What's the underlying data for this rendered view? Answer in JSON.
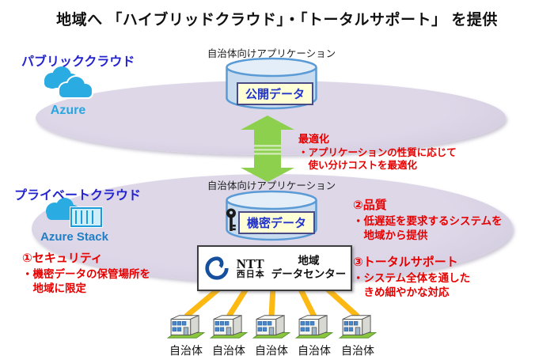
{
  "title": "地域へ 「ハイブリッドクラウド」・「トータルサポート」 を提供",
  "public_cloud": {
    "label": "パブリッククラウド",
    "azure_label": "Azure",
    "app_label": "自治体向けアプリケーション",
    "data_label": "公開データ"
  },
  "private_cloud": {
    "label": "プライベートクラウド",
    "azure_stack_label": "Azure Stack",
    "app_label": "自治体向けアプリケーション",
    "data_label": "機密データ"
  },
  "optimization": {
    "heading": "最適化",
    "line1": "・アプリケーションの性質に応じて",
    "line2": "　使い分けコストを最適化"
  },
  "notes": {
    "security": {
      "heading": "①セキュリティ",
      "line1": "・機密データの保管場所を",
      "line2": "　地域に限定"
    },
    "quality": {
      "heading": "②品質",
      "line1": "・低遅延を要求するシステムを",
      "line2": "　地域から提供"
    },
    "support": {
      "heading": "③トータルサポート",
      "line1": "・システム全体を通した",
      "line2": "　きめ細やかな対応"
    }
  },
  "datacenter": {
    "brand_line1": "NTT",
    "brand_line2": "西日本",
    "label_line1": "地域",
    "label_line2": "データセンター"
  },
  "municipalities": [
    "自治体",
    "自治体",
    "自治体",
    "自治体",
    "自治体"
  ],
  "colors": {
    "heading_blue": "#2424cf",
    "azure_blue": "#2aabe2",
    "azure_stack_blue": "#1f7fc6",
    "note_red": "#e60000",
    "ellipse_lavender": "#d8d1e3",
    "cylinder_blue": "#c9dcef",
    "data_box_yellow": "#ffffd6",
    "arrow_green": "#8dd04e",
    "connector_yellow": "#fdb913"
  }
}
